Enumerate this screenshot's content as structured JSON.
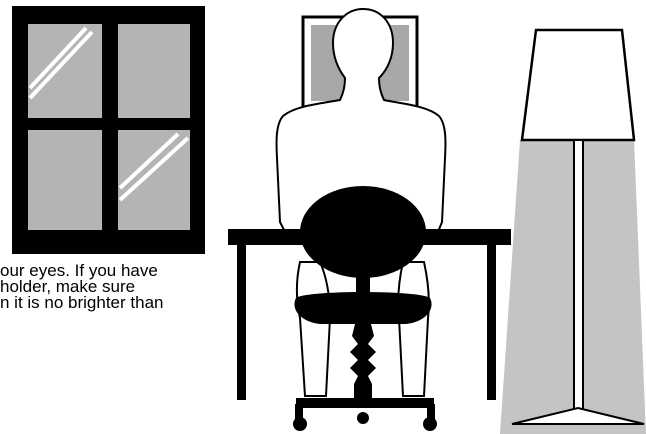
{
  "caption": {
    "lines": [
      "our eyes. If you have",
      " holder, make sure",
      "n it is no brighter than"
    ]
  },
  "colors": {
    "ink": "#000000",
    "glass": "#b4b4b4",
    "monitor_screen": "#a8a8a8",
    "light_cone": "#c4c4c4",
    "paper": "#ffffff"
  },
  "icons": [
    "window-icon",
    "seated-person-icon",
    "desk-icon",
    "office-chair-icon",
    "floor-lamp-icon"
  ]
}
